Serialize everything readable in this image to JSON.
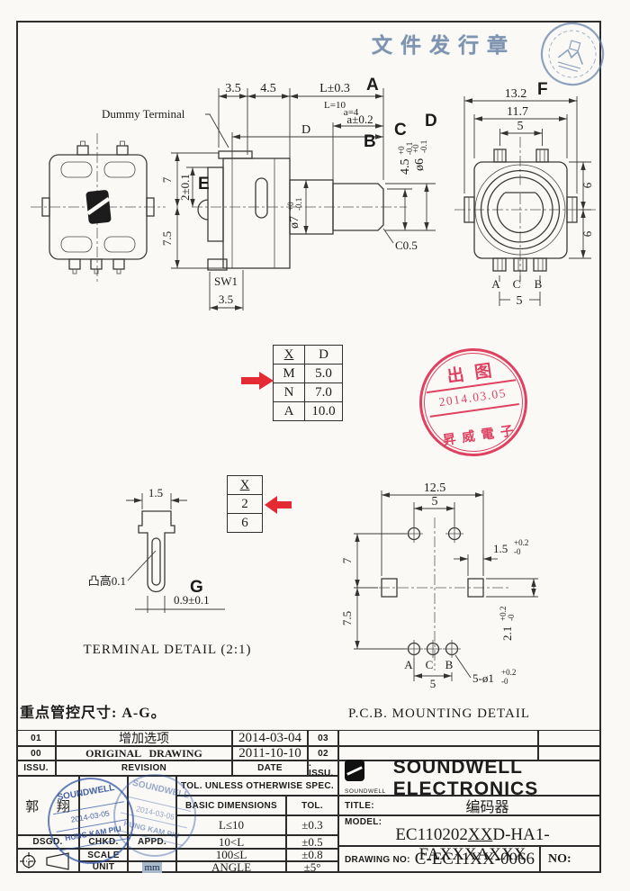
{
  "page": {
    "release_label": "文件发行章",
    "key_note": "重点管控尺寸: A-G。"
  },
  "side": {
    "dummy": "Dummy Terminal",
    "d35": "3.5",
    "d45": "4.5",
    "dL": "L±0.3",
    "A": "A",
    "dL10": "L=10",
    "D": "D",
    "aeq": "a=4",
    "atol": "a±0.2",
    "B": "B",
    "C": "C",
    "c45": "4.5",
    "c45u": "+0",
    "c45d": "-0.1",
    "D2": "D",
    "d6": "ø6",
    "d6u": "+0",
    "d6d": "-0.1",
    "d7": "ø7",
    "d7u": "+0",
    "d7d": "-0.1",
    "n7": "7",
    "d2": "2±0.1",
    "E": "E",
    "n75": "7.5",
    "sw1": "SW1",
    "d35b": "3.5",
    "c05": "C0.5"
  },
  "top": {
    "F": "F",
    "d132": "13.2",
    "d117": "11.7",
    "d5": "5",
    "d6a": "6",
    "d6b": "6",
    "A": "A",
    "C": "C",
    "B": "B",
    "d5b": "5"
  },
  "xd": {
    "hx": "X",
    "hd": "D",
    "r": [
      [
        "M",
        "5.0"
      ],
      [
        "N",
        "7.0"
      ],
      [
        "A",
        "10.0"
      ]
    ]
  },
  "stamp": {
    "top": "出图",
    "date": "2014.03.05",
    "bottom": "昇威電子"
  },
  "term": {
    "d15": "1.5",
    "bump": "凸高0.1",
    "G": "G",
    "d09": "0.9±0.1",
    "caption": "TERMINAL DETAIL (2:1)",
    "rows": [
      "X",
      "2",
      "6"
    ]
  },
  "pcb": {
    "d125": "12.5",
    "d5t": "5",
    "n7": "7",
    "n75": "7.5",
    "d15": "1.5",
    "d15u": "+0.2",
    "d15d": "-0",
    "d21": "2.1",
    "d21u": "+0.2",
    "d21d": "-0",
    "A": "A",
    "C": "C",
    "B": "B",
    "d5b": "5",
    "note": "5-ø1",
    "noteu": "+0.2",
    "noted": "-0",
    "caption": "P.C.B. MOUNTING DETAIL"
  },
  "tb": {
    "r1no": "01",
    "r1desc": "增加选项",
    "r1date": "2014-03-04",
    "r1issu": "03",
    "r2no": "00",
    "r2desc": "ORIGINAL DRAWING",
    "r2date": "2011-10-10",
    "r2issu": "02",
    "hissu": "ISSU.",
    "hrev": "REVISION",
    "hdate": "DATE",
    "hissu2": ". ISSU.",
    "designer": "郭 翔",
    "dsgd": "DSGD.",
    "chkd": "CHKD.",
    "appd": "APPD.",
    "scale": "SCALE",
    "unit": "UNIT",
    "unitv": "mm",
    "tolh": "TOL. UNLESS OTHERWISE SPEC.",
    "basich": "BASIC DIMENSIONS",
    "tolc": "TOL.",
    "t1": "L≤10",
    "v1": "±0.3",
    "t2": "10<L",
    "v2": "±0.5",
    "t3": "100≤L",
    "v3": "±0.8",
    "t4": "ANGLE",
    "v4": "±5°",
    "logo": "SOUNDWELL",
    "company": "SOUNDWELL ELECTRONICS",
    "titlel": "TITLE:",
    "titlev": "编码器",
    "modell": "MODEL:",
    "mp": "EC110202",
    "mu": "XX",
    "ms": "D-HA1-FAXXXAXXX",
    "drawl": "DRAWING NO:",
    "drawv": "C-EC11XX-0066",
    "nol": "NO:"
  },
  "stampsB": {
    "l1": "SOUNDWELL",
    "l2": "2014-03-05",
    "l3": "HUNG KAM PIU"
  }
}
